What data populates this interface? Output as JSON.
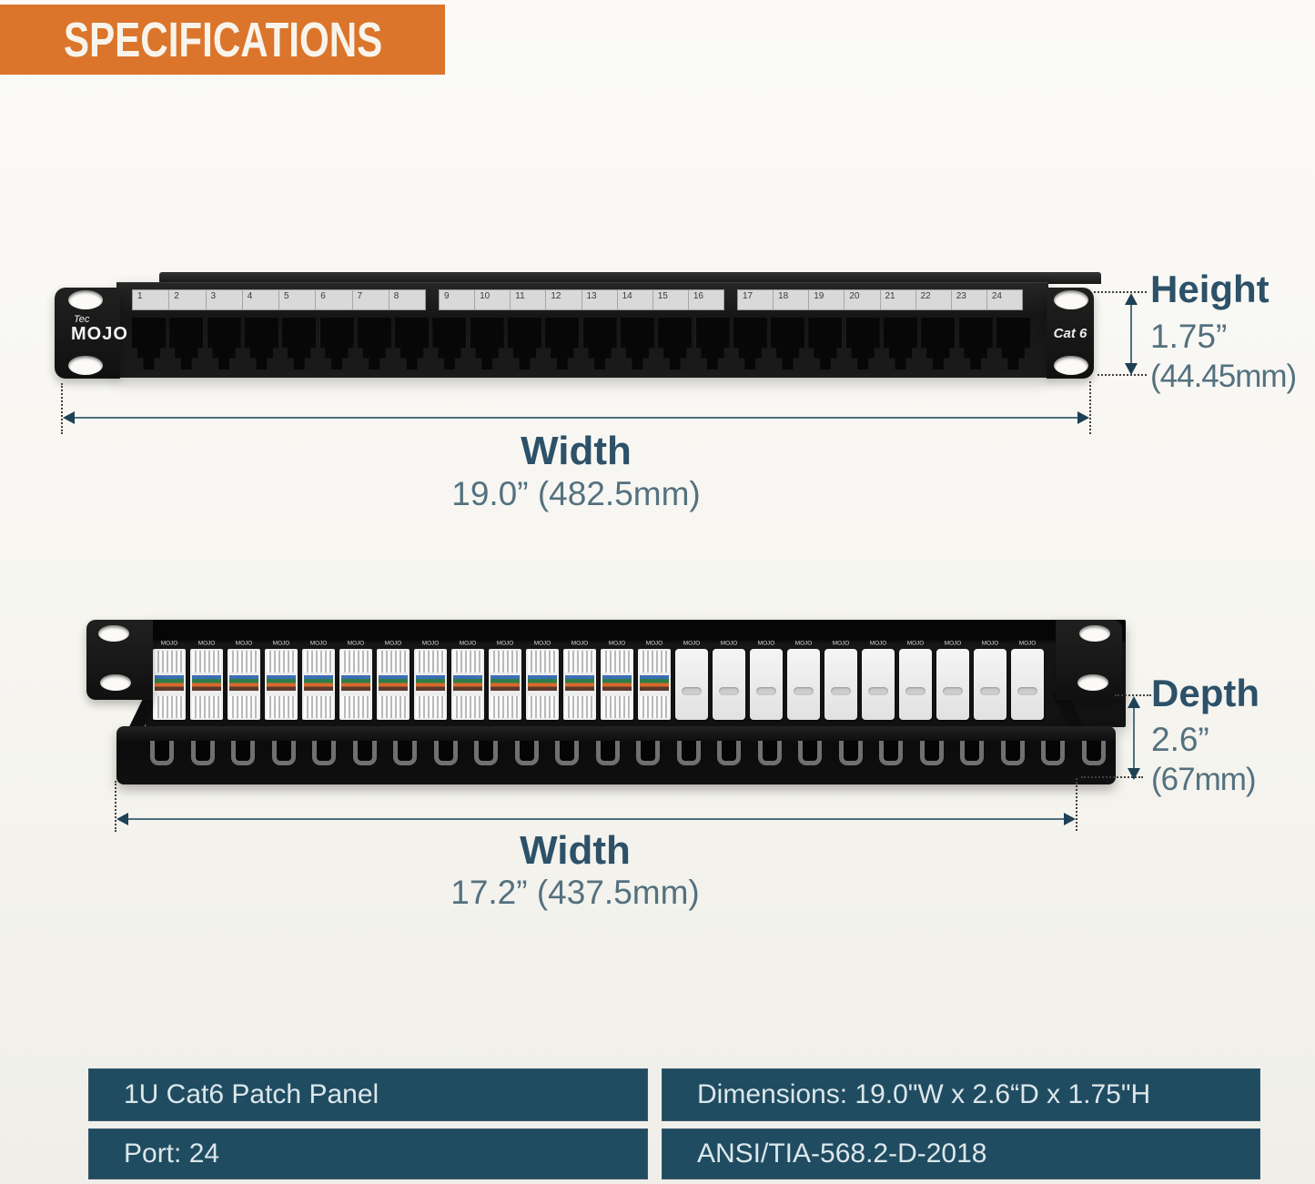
{
  "banner": {
    "title": "SPECIFICATIONS"
  },
  "front_view": {
    "brand_script": "Tec",
    "brand": "MOJO",
    "category_label": "Cat 6",
    "port_labels": [
      "1",
      "2",
      "3",
      "4",
      "5",
      "6",
      "7",
      "8",
      "9",
      "10",
      "11",
      "12",
      "13",
      "14",
      "15",
      "16",
      "17",
      "18",
      "19",
      "20",
      "21",
      "22",
      "23",
      "24"
    ]
  },
  "rear_view": {
    "module_label": "MOJO",
    "module_types": [
      "wired",
      "wired",
      "wired",
      "wired",
      "wired",
      "wired",
      "wired",
      "wired",
      "wired",
      "wired",
      "wired",
      "wired",
      "wired",
      "wired",
      "capped",
      "capped",
      "capped",
      "capped",
      "capped",
      "capped",
      "capped",
      "capped",
      "capped",
      "capped"
    ],
    "slot_count": 24
  },
  "dimensions": {
    "height": {
      "label": "Height",
      "value": "1.75”",
      "metric": "(44.45mm)"
    },
    "width_front": {
      "label": "Width",
      "value": "19.0” (482.5mm)"
    },
    "depth": {
      "label": "Depth",
      "value": "2.6”",
      "metric": "(67mm)"
    },
    "width_rear": {
      "label": "Width",
      "value": "17.2” (437.5mm)"
    }
  },
  "spec_table": {
    "rows": [
      [
        "1U Cat6 Patch Panel",
        "Dimensions: 19.0\"W x 2.6“D x 1.75\"H"
      ],
      [
        "Port: 24",
        "ANSI/TIA-568.2-D-2018"
      ]
    ]
  },
  "colors": {
    "accent_orange": "#DB752B",
    "table_teal": "#204C61",
    "annotation_blue": "#2C5168",
    "annotation_value_blue": "#54717F",
    "arrow_blue": "#50707F"
  }
}
